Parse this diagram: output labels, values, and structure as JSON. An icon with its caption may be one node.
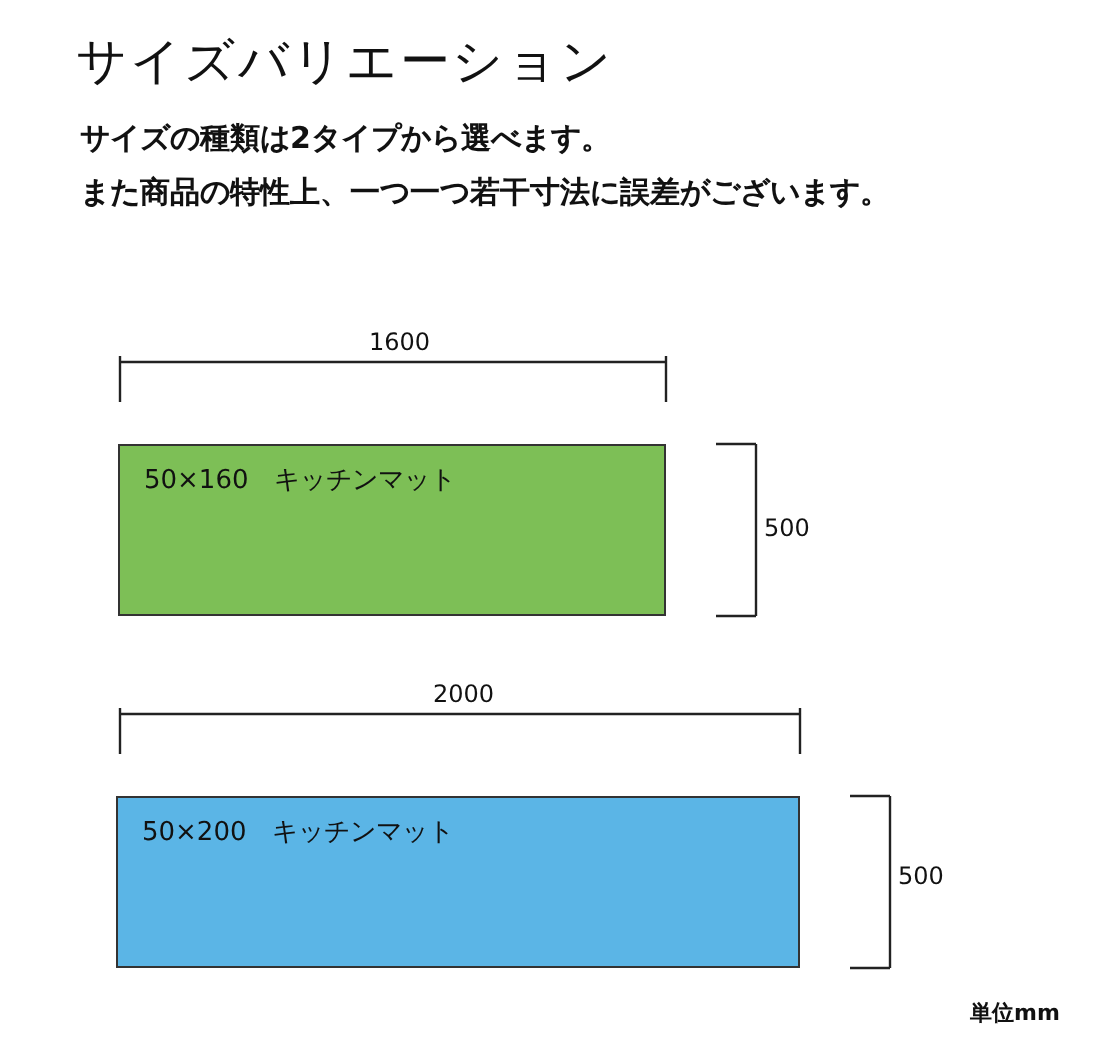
{
  "diagram": {
    "title": "サイズバリエーション",
    "nodes": [
      {
        "text": [
          "50×160　キッチンマット"
        ]
      },
      {
        "text": [
          "50×200　キッチンマット"
        ]
      }
    ],
    "labels": [
      "サイズの種類は2タイプから選べます。",
      "また商品の特性上、一つ一つ若干寸法に誤差がございます。",
      "1600",
      "500",
      "2000",
      "500",
      "単位mm"
    ]
  }
}
